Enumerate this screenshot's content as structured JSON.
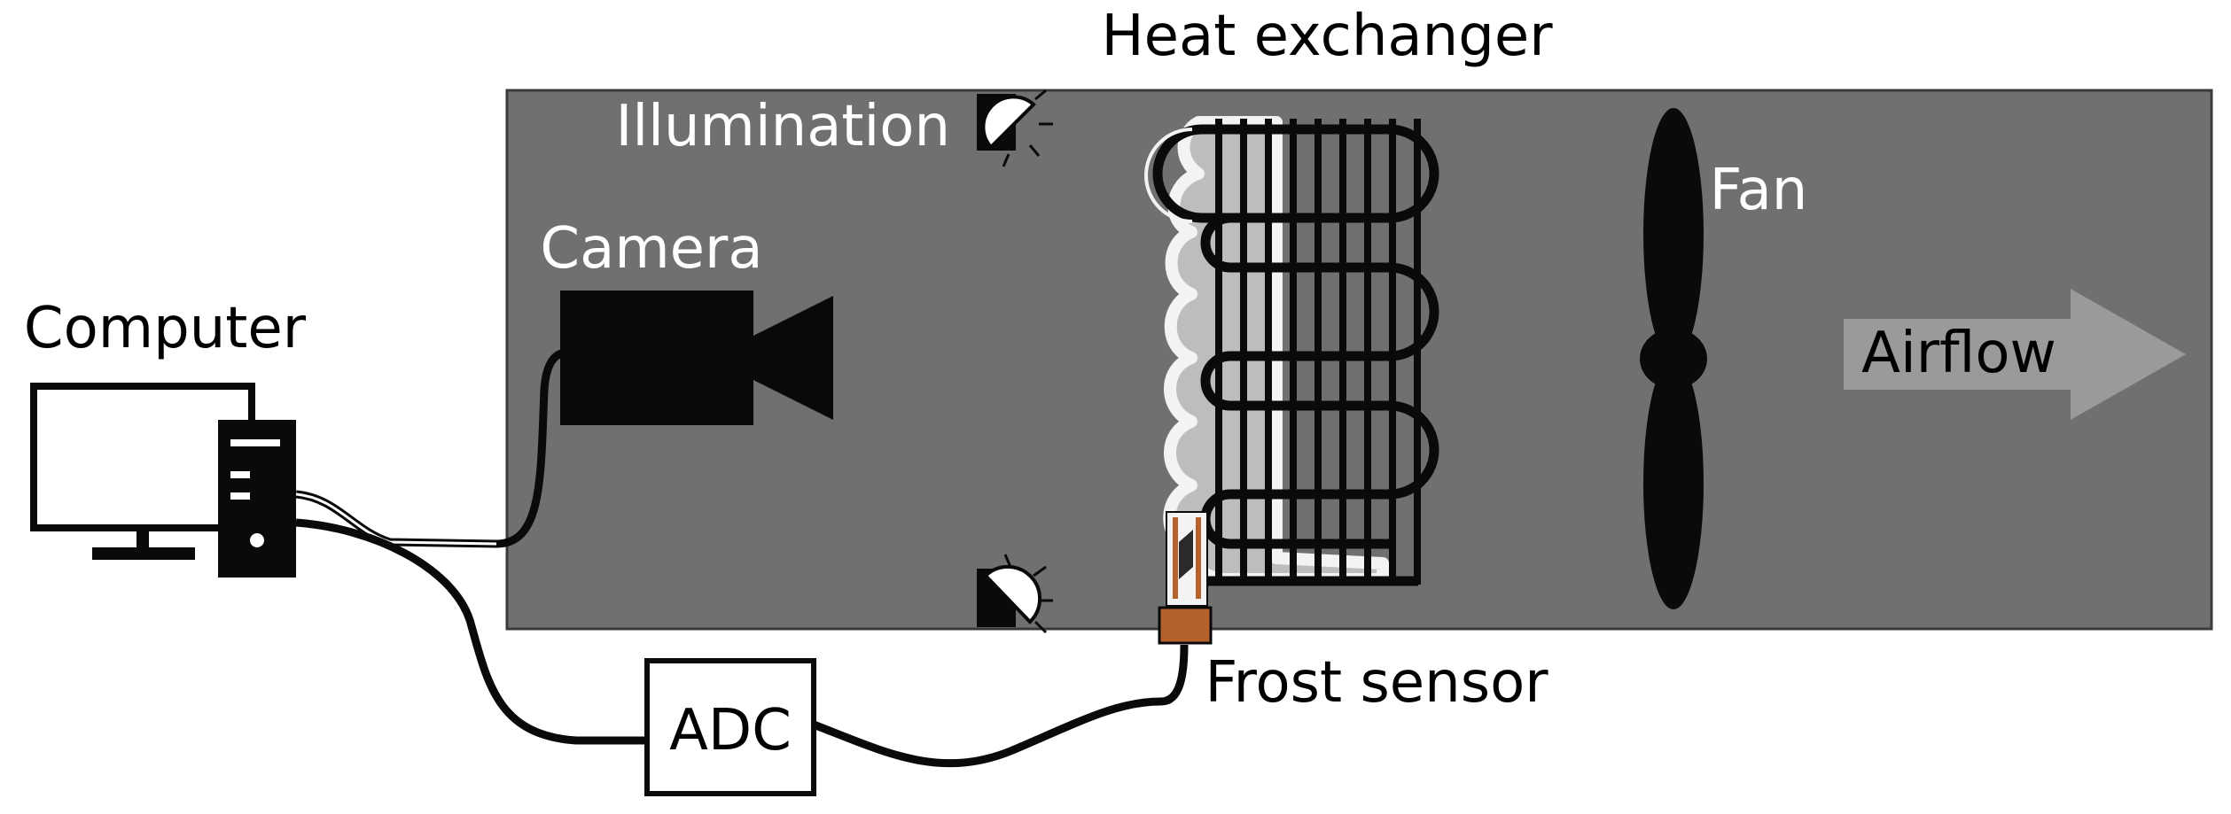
{
  "labels": {
    "heat_exchanger": "Heat exchanger",
    "illumination": "Illumination",
    "camera": "Camera",
    "fan": "Fan",
    "airflow": "Airflow",
    "computer": "Computer",
    "frost_sensor": "Frost sensor",
    "adc": "ADC"
  },
  "colors": {
    "tunnel": "#707070",
    "tunnel_border": "#3a3a3a",
    "black": "#0a0a0a",
    "arrow": "#9a9a9a",
    "frost": "#f2f2f2",
    "frost_grey": "#b9b9b9",
    "sensor": "#b5612b"
  },
  "icons": [
    "computer-monitor-icon",
    "computer-tower-icon",
    "camera-icon",
    "lamp-icon",
    "fan-icon",
    "arrow-icon",
    "frost-sensor-icon"
  ]
}
